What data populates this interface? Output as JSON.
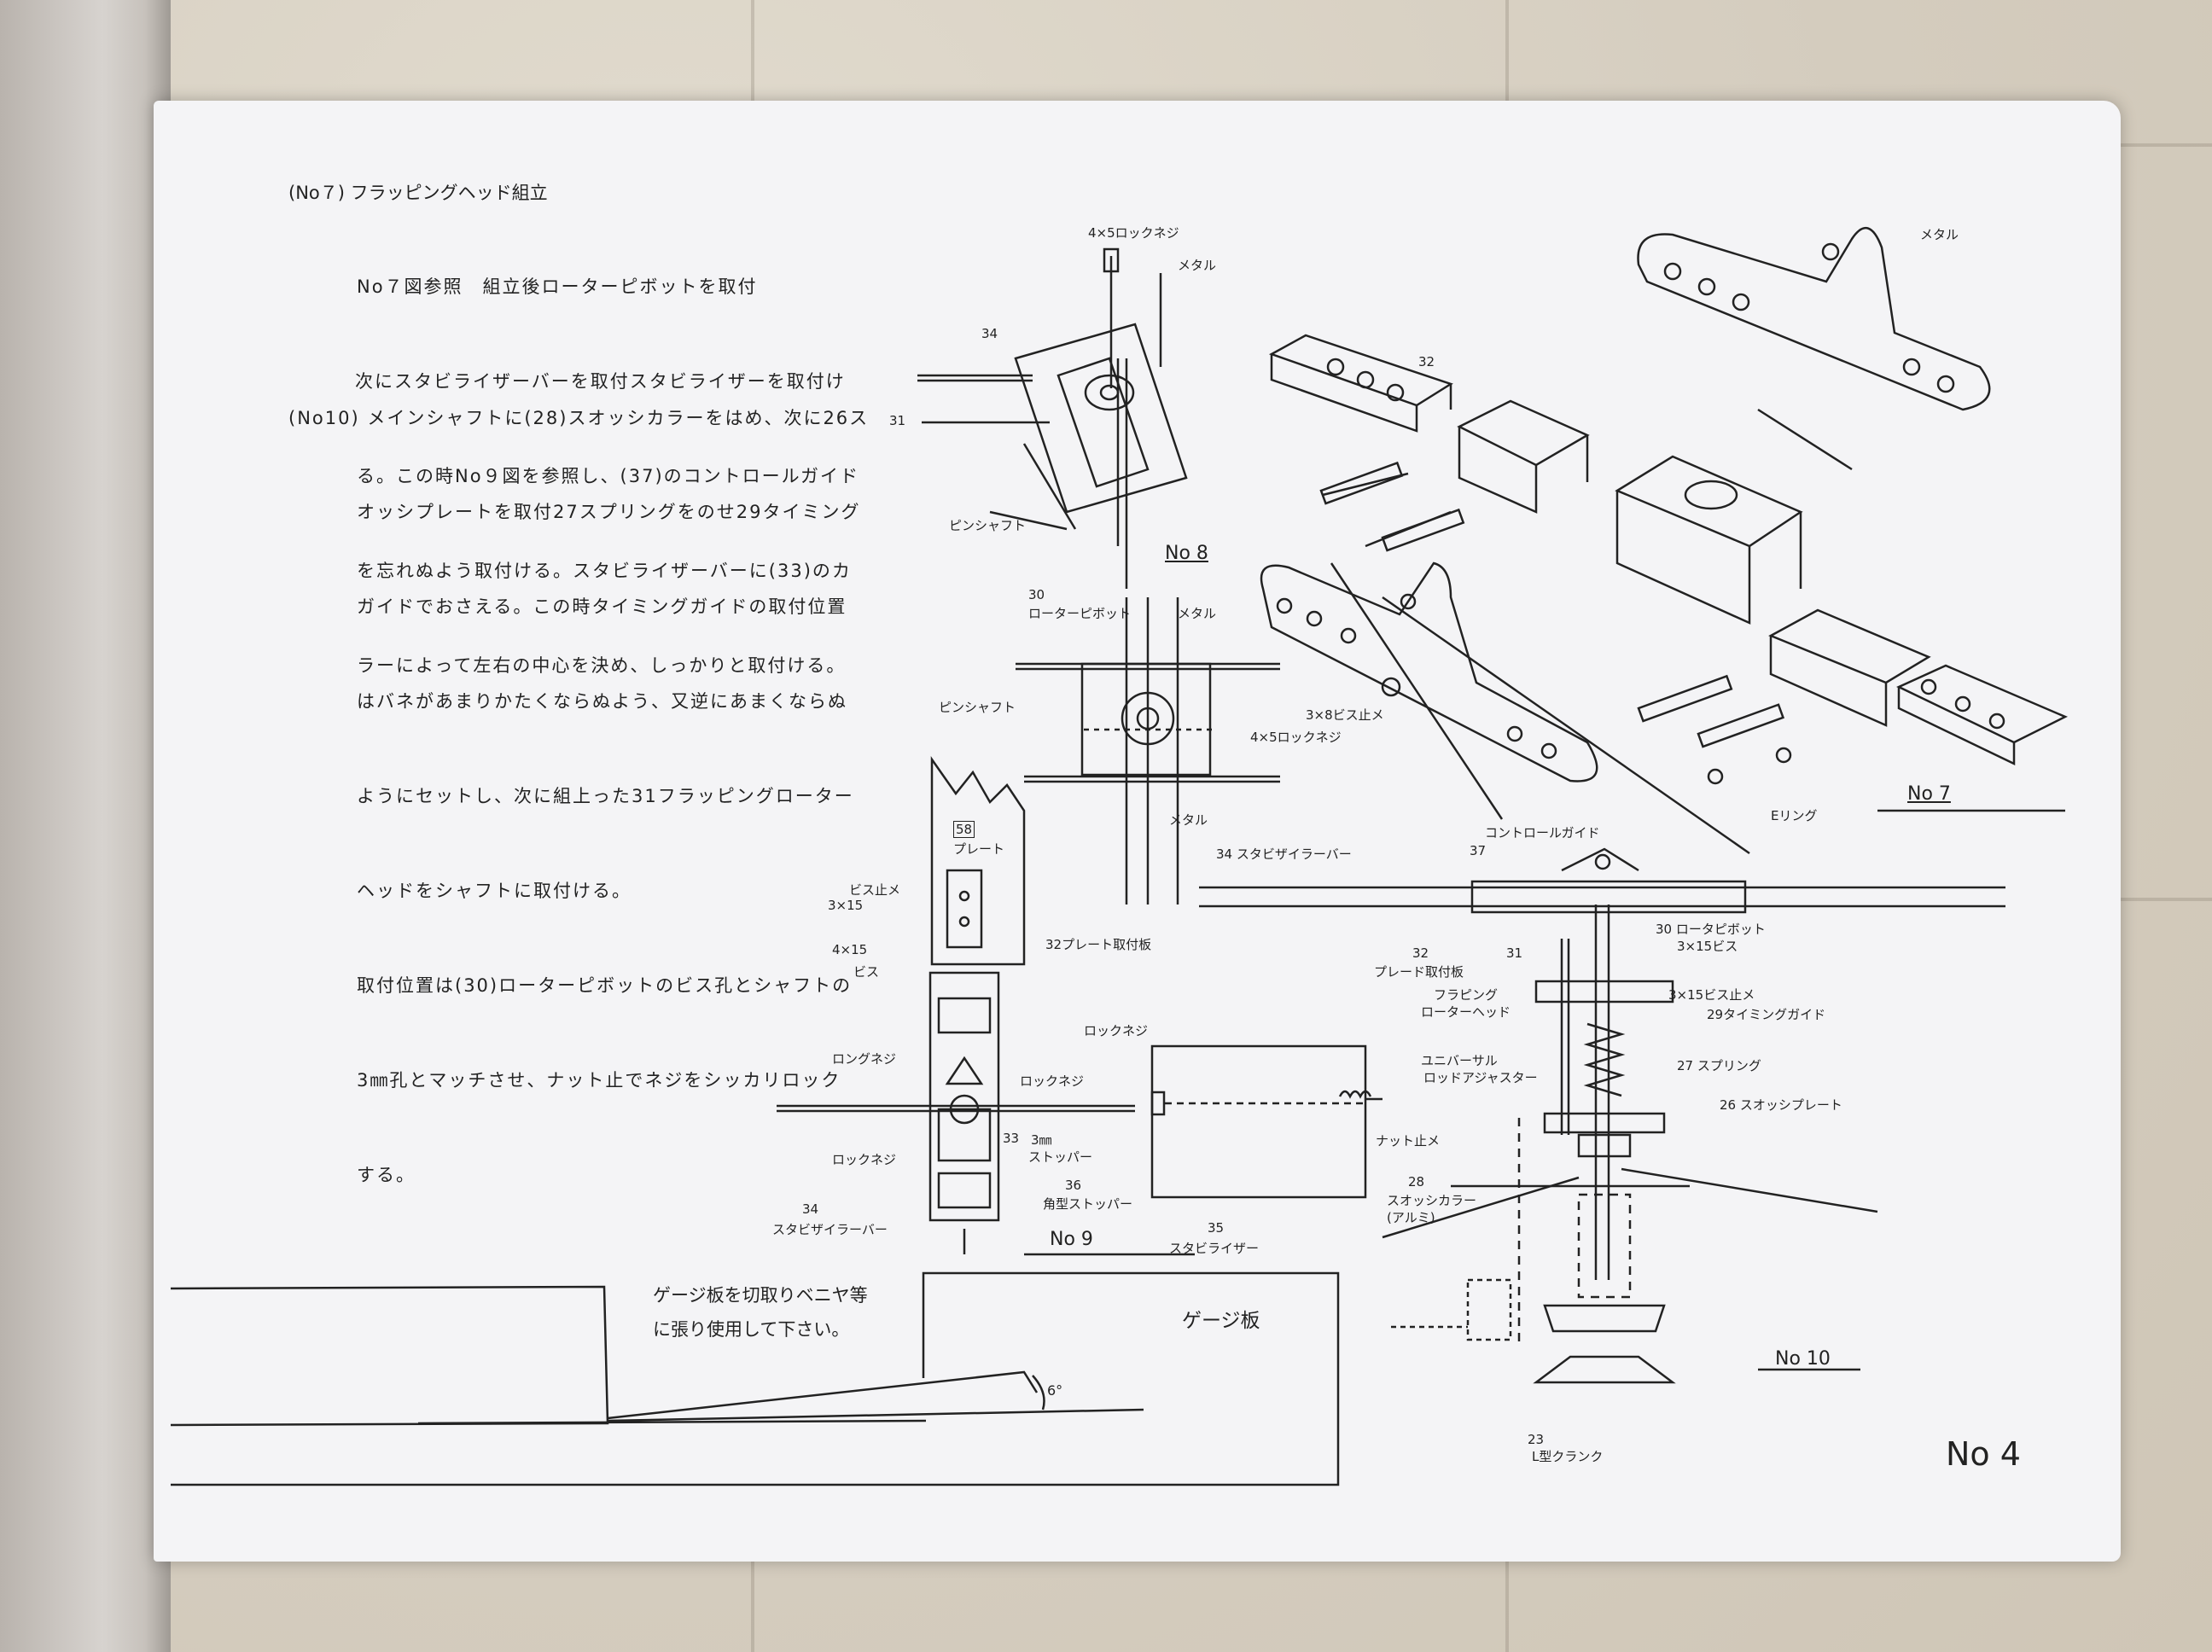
{
  "sections": [
    {
      "id": "No7",
      "heading": "(No７) フラッピングヘッド組立",
      "lines": [
        "No７図参照　組立後ローターピボットを取付",
        "次にスタビライザーバーを取付スタビライザーを取付け",
        "る。この時No９図を参照し、(37)のコントロールガイド",
        "を忘れぬよう取付ける。スタビライザーバーに(33)のカ",
        "ラーによって左右の中心を決め、しっかりと取付ける。"
      ]
    },
    {
      "id": "No10",
      "heading": "(No10) メインシャフトに(28)スオッシカラーをはめ、次に26ス",
      "lines": [
        "オッシプレートを取付27スプリングをのせ29タイミング",
        "ガイドでおさえる。この時タイミングガイドの取付位置",
        "はバネがあまりかたくならぬよう、又逆にあまくならぬ",
        "ようにセットし、次に組上った31フラッピングローター",
        "ヘッドをシャフトに取付ける。",
        "取付位置は(30)ローターピボットのビス孔とシャフトの",
        "3㎜孔とマッチさせ、ナット止でネジをシッカリロック",
        "する。"
      ]
    }
  ],
  "figures": {
    "no8": {
      "title": "No 8",
      "labels": [
        "4×5ロックネジ",
        "メタル",
        "34",
        "31",
        "ピンシャフト",
        "30",
        "ローターピボット",
        "メタル",
        "ピンシャフト",
        "4×5ロックネジ",
        "メタル",
        "34 スタビザイラーバー"
      ]
    },
    "no7": {
      "title": "No 7",
      "labels": [
        "メタル",
        "32",
        "3×8ビス止メ",
        "Eリング"
      ]
    },
    "no9": {
      "title": "No 9",
      "labels": [
        "58",
        "プレート",
        "ビス止メ",
        "3×15",
        "32プレート取付板",
        "4×15",
        "ビス",
        "ロングネジ",
        "ロックネジ",
        "ロックネジ",
        "ロックネジ",
        "33",
        "3㎜",
        "ストッパー",
        "36",
        "角型ストッパー",
        "34",
        "スタビザイラーバー",
        "35",
        "スタビライザー",
        "ナット止メ"
      ]
    },
    "no10": {
      "title": "No 10",
      "labels": [
        "コントロールガイド",
        "37",
        "32",
        "プレード取付板",
        "31",
        "30 ロータピボット",
        "3×15ビス",
        "フラピング",
        "ローターヘッド",
        "3×15ビス止メ",
        "29タイミングガイド",
        "ユニバーサル",
        "ロッドアジャスター",
        "27 スプリング",
        "26 スオッシプレート",
        "28",
        "スオッシカラー",
        "(アルミ)",
        "23",
        "L型クランク"
      ]
    },
    "gauge": {
      "note_line1": "ゲージ板を切取りベニヤ等",
      "note_line2": "に張り使用して下さい。",
      "label": "ゲージ板",
      "angle": "6°"
    }
  },
  "page_number": "No 4"
}
